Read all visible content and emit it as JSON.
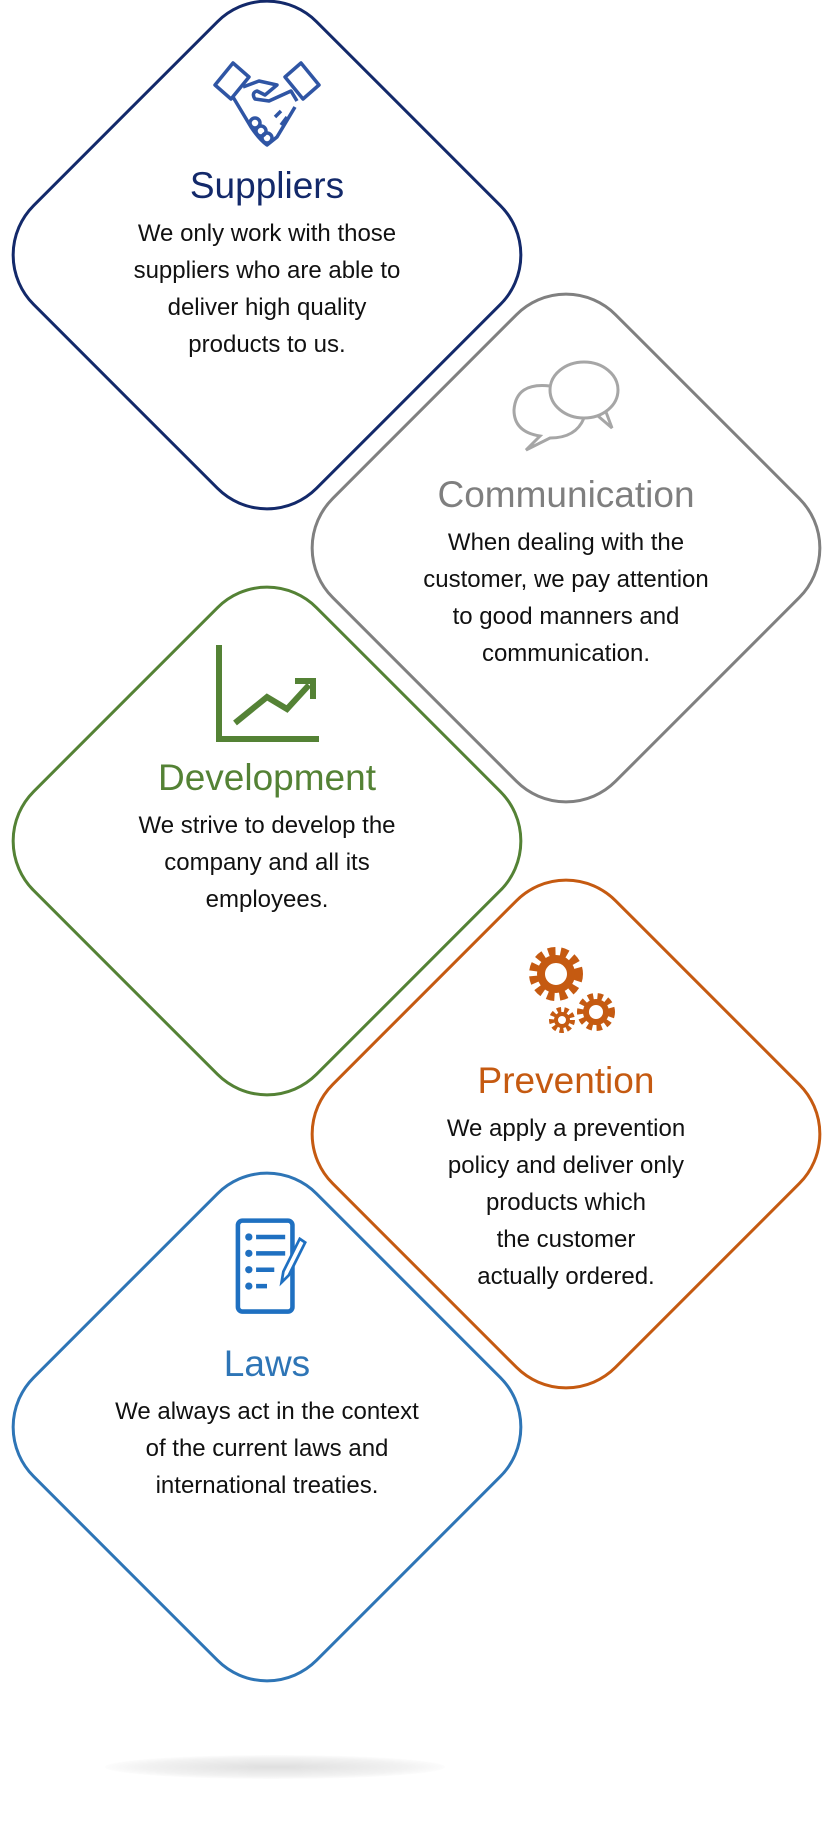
{
  "cards": [
    {
      "title": "Suppliers",
      "icon": "handshake-icon",
      "color": "#13296a",
      "lines": [
        "We only work with those",
        "suppliers who are able to",
        "deliver high quality",
        "products to us."
      ]
    },
    {
      "title": "Communication",
      "icon": "speech-bubbles-icon",
      "color": "#7f7f7f",
      "lines": [
        "When dealing with the",
        "customer, we pay attention",
        "to good manners and",
        "communication."
      ]
    },
    {
      "title": "Development",
      "icon": "growth-chart-icon",
      "color": "#548235",
      "lines": [
        "We strive to develop the",
        "company and all its",
        "employees."
      ]
    },
    {
      "title": "Prevention",
      "icon": "gears-icon",
      "color": "#c55a11",
      "lines": [
        "We apply a prevention",
        "policy and deliver only",
        "products which",
        "the customer",
        "actually ordered."
      ]
    },
    {
      "title": "Laws",
      "icon": "checklist-icon",
      "color": "#2e75b6",
      "lines": [
        "We always act in the context",
        "of the current laws and",
        "international treaties."
      ]
    }
  ]
}
